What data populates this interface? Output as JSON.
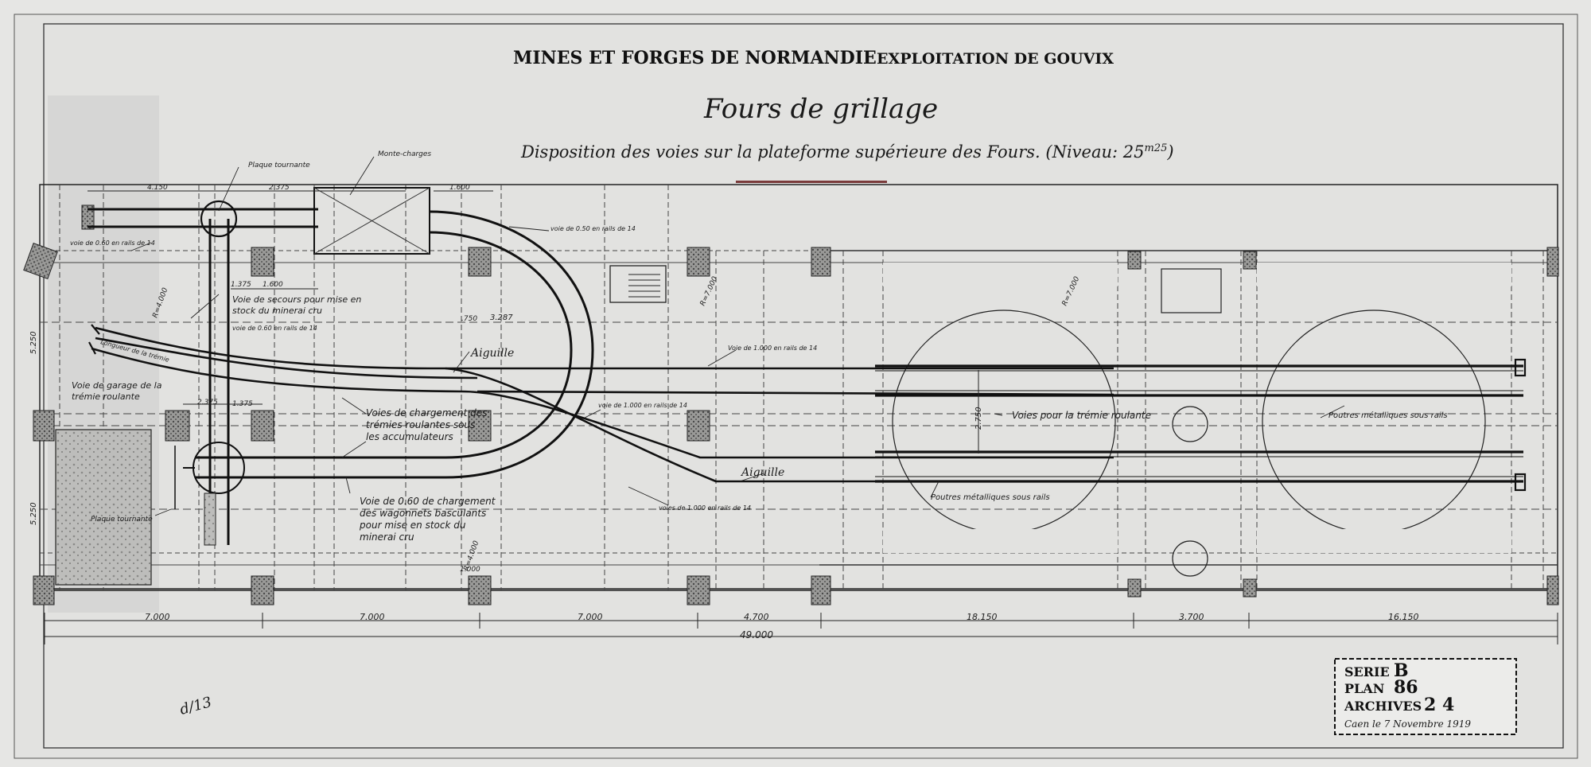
{
  "header": {
    "company": "MINES ET FORGES DE NORMANDIE",
    "site": "EXPLOITATION DE GOUVIX",
    "title": "Fours de grillage",
    "subtitle": "Disposition des voies sur la plateforme supérieure des Fours. (Niveau: 25",
    "subtitle_level_sup": "m25",
    "subtitle_close": ")"
  },
  "labels": {
    "plaque_tournante_top": "Plaque tournante",
    "monte_charges": "Monte-charges",
    "voie_060_top": "voie de 0.60 en rails de 14",
    "voie_050": "voie de 0.50 en rails de 14",
    "voie_secours": [
      "Voie de secours pour mise en",
      "stock du minerai cru"
    ],
    "voie_060_rails": "voie de 0.60 en rails de 14",
    "aiguille_1": "Aiguille",
    "aiguille_2": "Aiguille",
    "voie_1000": "Voie de 1.000 en rails de 14",
    "voie_1000_b": "voie de 1.000 en rails de 14",
    "voies_1000_bottom": "voies de 1.000 en rails de 14",
    "voie_garage": [
      "Voie de garage de la",
      "trémie roulante"
    ],
    "voies_chargement": [
      "Voies de chargement des",
      "trémies roulantes sous",
      "les accumulateurs"
    ],
    "voie_060_chargement": [
      "Voie de 0.60 de chargement",
      "des wagonnets basculants",
      "pour mise en stock du",
      "minerai cru"
    ],
    "voies_tremie": "Voies pour la trémie roulante",
    "poutres_1": "Poutres métalliques sous rails",
    "poutres_2": "Poutres métalliques sous rails",
    "plaque_tournante_bottom": "Plaque tournante",
    "longueur_tremie": "Longueur de la trémie"
  },
  "dimensions": {
    "d_4150": "4.150",
    "d_2375": "2.375",
    "d_1600": "1.600",
    "d_1600b": "1.600",
    "d_1375": "1.375",
    "d_1375b": "1.375",
    "d_2375b": "2.375",
    "d_750": ".750",
    "d_3287": "3.287",
    "d_2750": "2.750",
    "d_5250": "5.250",
    "d_5250b": "5.250",
    "d_1000": "1.000",
    "d_7000a": "7.000",
    "d_7000b": "7.000",
    "d_7000c": "7.000",
    "d_4700": "4.700",
    "d_18150": "18.150",
    "d_3700": "3.700",
    "d_16150": "16.150",
    "d_total": "49.000",
    "r_4000": "R=4.000",
    "r_4000b": "R=4.000",
    "r_7000": "R=7.000",
    "r_7000b": "R=7.000"
  },
  "stamp": {
    "serie_label": "SERIE",
    "serie_value": "B",
    "plan_label": "PLAN",
    "plan_value": "86",
    "archives_label": "ARCHIVES",
    "archives_value": "2 4",
    "date": "Caen le 7 Novembre 1919"
  },
  "margin_note": "d/13",
  "colors": {
    "ink": "#151515",
    "paper": "#e6e6e4",
    "red_underline": "#7a3b3b"
  }
}
